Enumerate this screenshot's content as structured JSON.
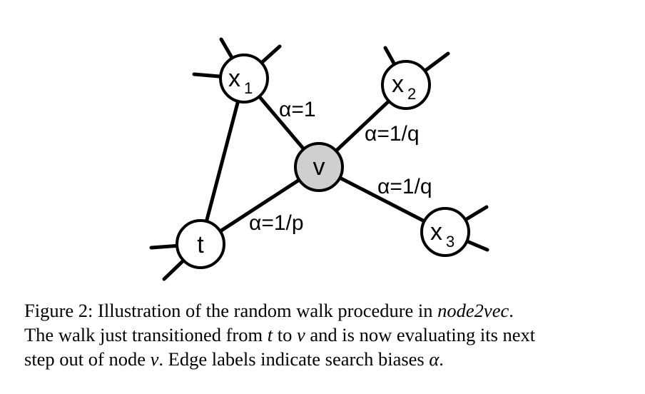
{
  "diagram": {
    "nodes": {
      "x1": {
        "label": "x",
        "sub": "1"
      },
      "x2": {
        "label": "x",
        "sub": "2"
      },
      "x3": {
        "label": "x",
        "sub": "3"
      },
      "v": {
        "label": "v"
      },
      "t": {
        "label": "t"
      }
    },
    "edge_labels": {
      "v_x1": "α=1",
      "v_x2": "α=1/q",
      "v_x3": "α=1/q",
      "v_t": "α=1/p"
    },
    "colors": {
      "v_fill": "#cfcfcf",
      "node_fill": "#ffffff",
      "stroke": "#000000"
    }
  },
  "caption": {
    "line1_a": "Figure 2: Illustration of the random walk procedure in ",
    "line1_b": "node2vec",
    "line1_c": ".",
    "line2_a": "The walk just transitioned from ",
    "line2_t": "t",
    "line2_b": " to ",
    "line2_v": "v",
    "line2_c": " and is now evaluating its next",
    "line3_a": "step out of node ",
    "line3_v": "v",
    "line3_b": ". Edge labels indicate search biases ",
    "line3_alpha": "α",
    "line3_c": "."
  }
}
